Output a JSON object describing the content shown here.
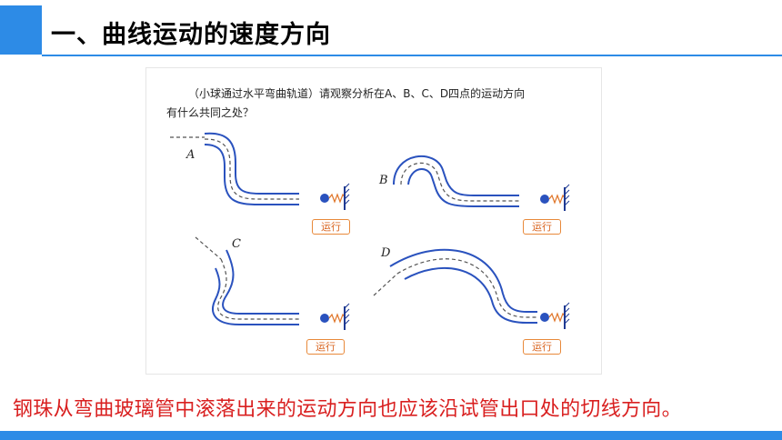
{
  "slide": {
    "title": "一、曲线运动的速度方向",
    "conclusion": "钢珠从弯曲玻璃管中滚落出来的运动方向也应该沿试管出口处的切线方向。"
  },
  "figure": {
    "question_line1": "（小球通过水平弯曲轨道）请观察分析在A、B、C、D四点的运动方向",
    "question_line2": "有什么共同之处？",
    "points": [
      {
        "label": "A",
        "button": "运行"
      },
      {
        "label": "B",
        "button": "运行"
      },
      {
        "label": "C",
        "button": "运行"
      },
      {
        "label": "D",
        "button": "运行"
      }
    ]
  },
  "colors": {
    "accent": "#2d8be6",
    "tube": "#2a52be",
    "button": "#e8893a",
    "conclusion_text": "#d92020"
  }
}
